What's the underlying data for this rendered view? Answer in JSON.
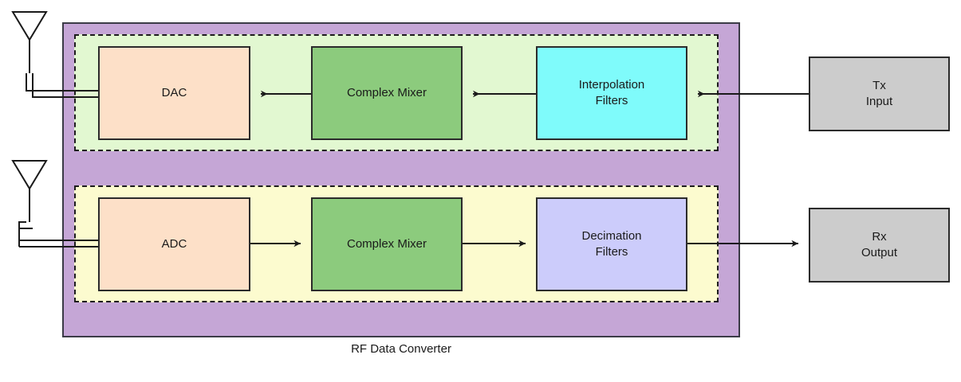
{
  "diagram": {
    "caption": "RF Data Converter",
    "colors": {
      "outer_container": "#c5a6d6",
      "tx_region": "#e2f8d1",
      "rx_region": "#fcfbcf",
      "converter_block": "#fde0c8",
      "mixer_block": "#8ccb7d",
      "interpolation_block": "#7ffbfb",
      "decimation_block": "#ccccfb",
      "io_block": "#cccccc",
      "stroke": "#2b2b2b"
    },
    "blocks": [
      {
        "id": "dac",
        "label": "DAC"
      },
      {
        "id": "mixer_tx",
        "label": "Complex Mixer"
      },
      {
        "id": "interp",
        "label": "Interpolation\nFilters"
      },
      {
        "id": "tx_input",
        "label": "Tx\nInput"
      },
      {
        "id": "adc",
        "label": "ADC"
      },
      {
        "id": "mixer_rx",
        "label": "Complex Mixer"
      },
      {
        "id": "decim",
        "label": "Decimation\nFilters"
      },
      {
        "id": "rx_output",
        "label": "Rx\nOutput"
      }
    ],
    "antennas": [
      {
        "id": "tx_antenna",
        "label": "transmit antenna"
      },
      {
        "id": "rx_antenna",
        "label": "receive antenna"
      }
    ],
    "signal_paths": [
      {
        "from": "tx_input",
        "to": "interp",
        "direction": "left"
      },
      {
        "from": "interp",
        "to": "mixer_tx",
        "direction": "left"
      },
      {
        "from": "mixer_tx",
        "to": "dac",
        "direction": "left"
      },
      {
        "from": "dac",
        "to": "tx_antenna",
        "direction": "left"
      },
      {
        "from": "rx_antenna",
        "to": "adc",
        "direction": "right"
      },
      {
        "from": "adc",
        "to": "mixer_rx",
        "direction": "right"
      },
      {
        "from": "mixer_rx",
        "to": "decim",
        "direction": "right"
      },
      {
        "from": "decim",
        "to": "rx_output",
        "direction": "right"
      }
    ]
  }
}
